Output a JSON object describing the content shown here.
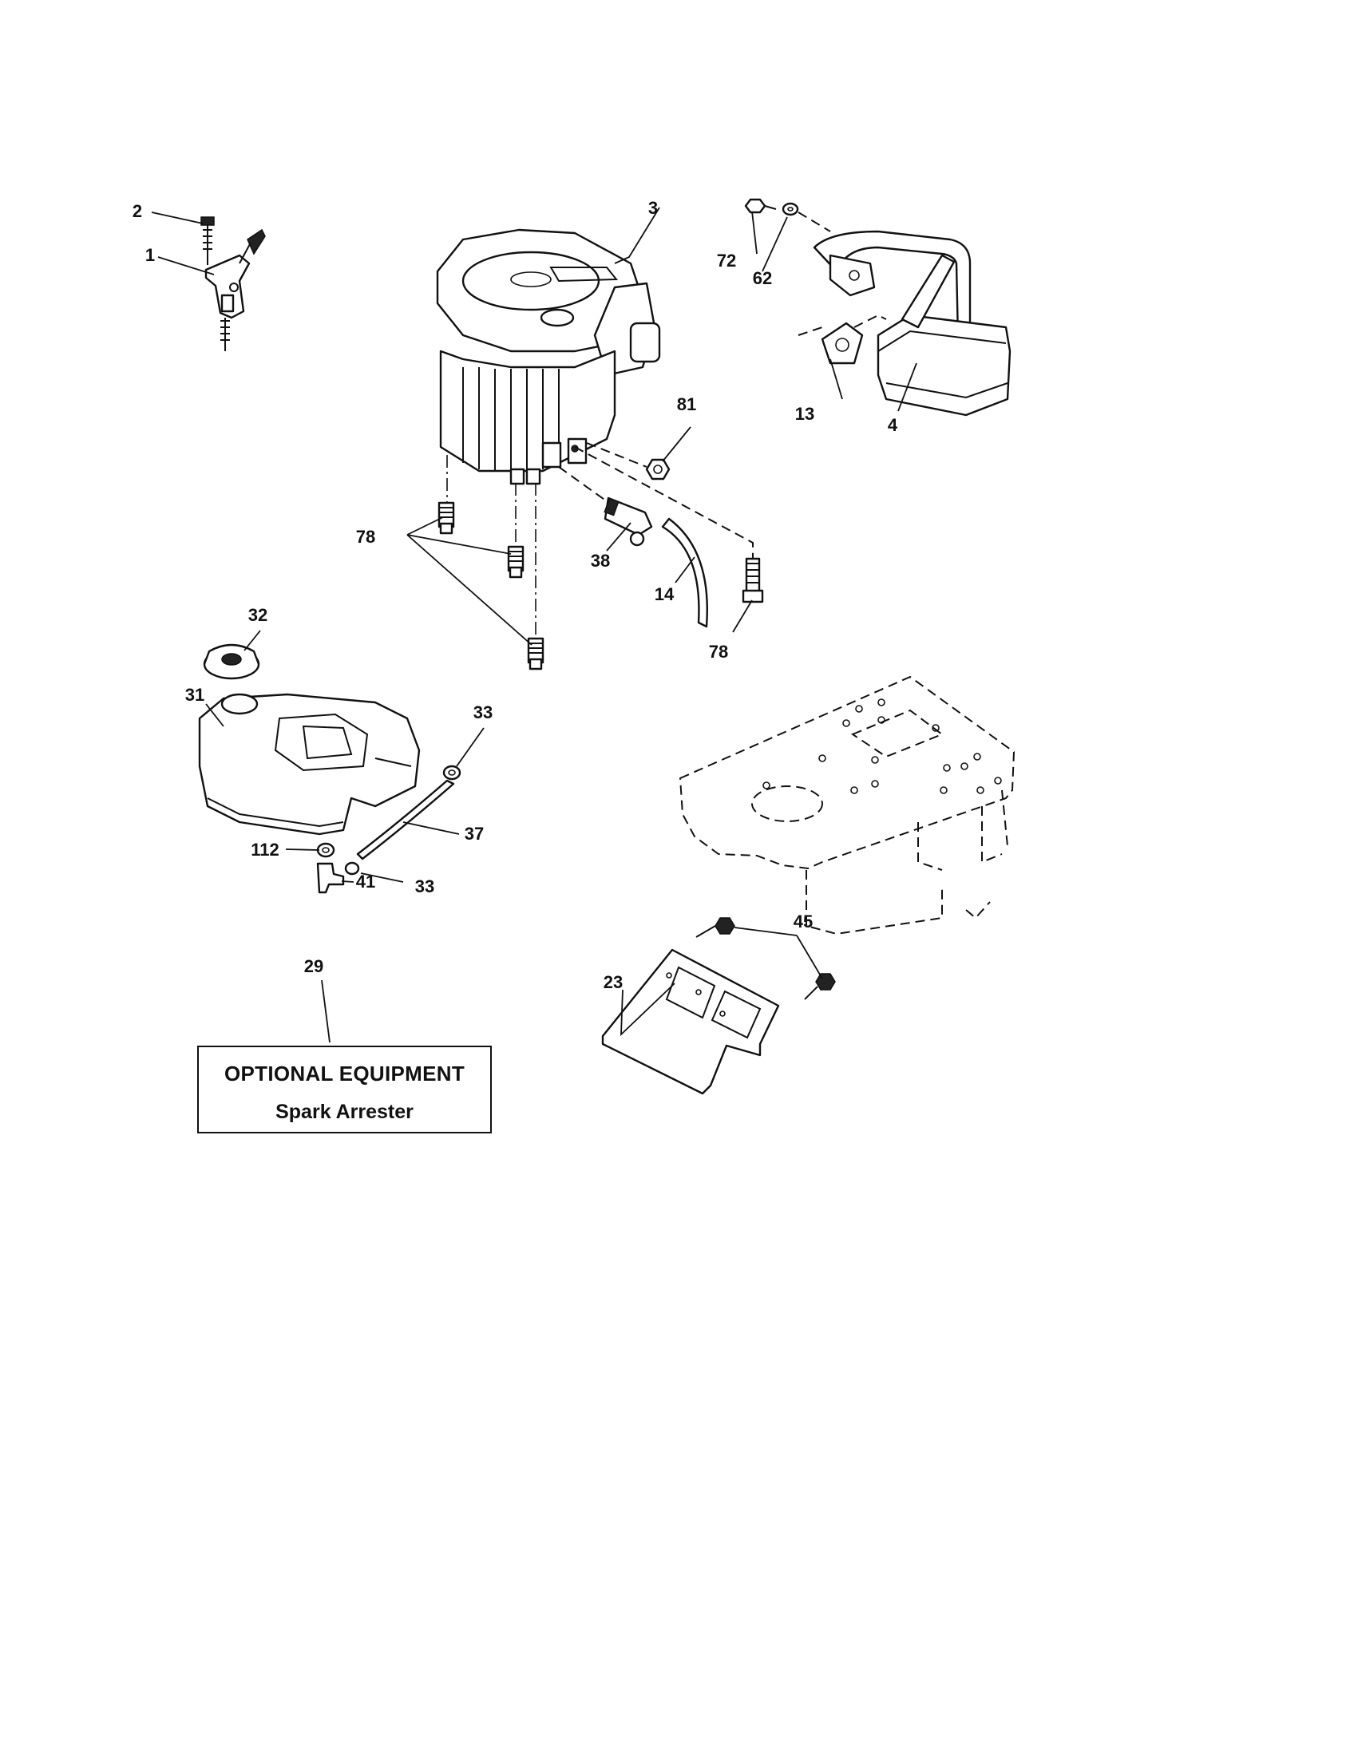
{
  "callouts": {
    "c1": "1",
    "c2": "2",
    "c3": "3",
    "c4": "4",
    "c13": "13",
    "c14": "14",
    "c23": "23",
    "c29": "29",
    "c31": "31",
    "c32": "32",
    "c33a": "33",
    "c33b": "33",
    "c37": "37",
    "c38": "38",
    "c41": "41",
    "c45": "45",
    "c62": "62",
    "c72": "72",
    "c78a": "78",
    "c78b": "78",
    "c81": "81",
    "c112": "112"
  },
  "note": {
    "title": "OPTIONAL EQUIPMENT",
    "subtitle": "Spark Arrester"
  }
}
